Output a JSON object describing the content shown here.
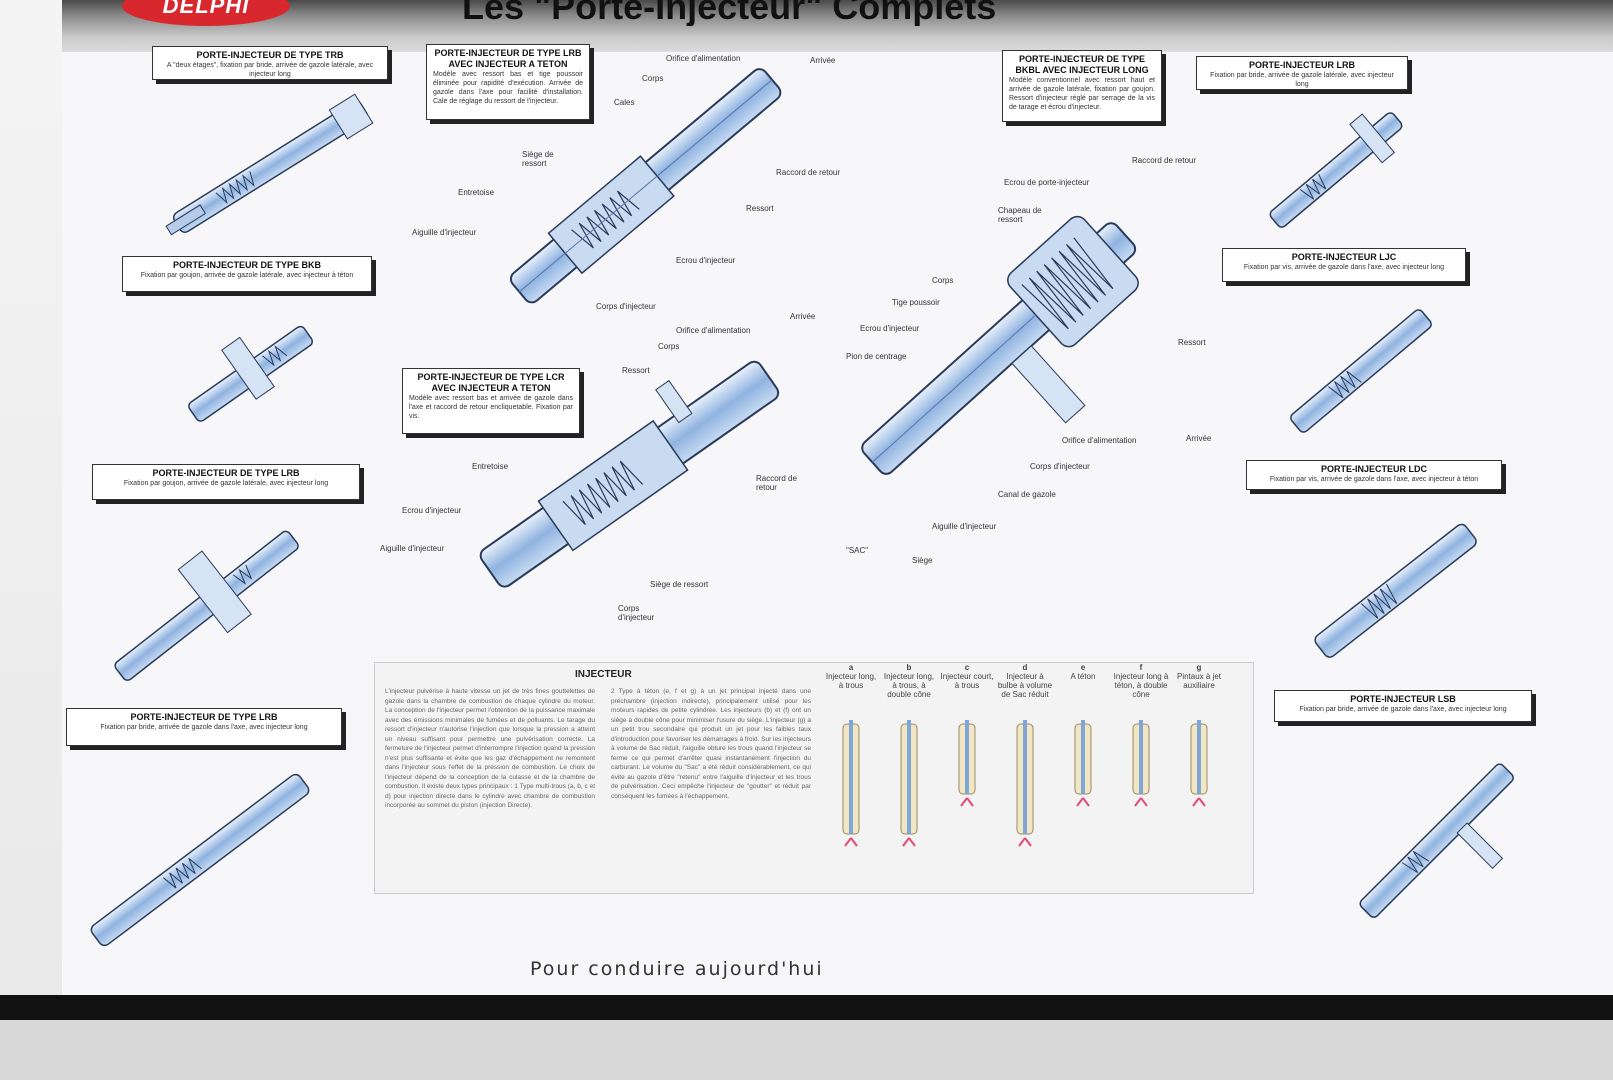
{
  "header": {
    "logo": "DELPHI",
    "title": "Les \"Porte-Injecteur\" Complets"
  },
  "slogan": "Pour conduire aujourd'hui",
  "labels": {
    "trb": {
      "title": "PORTE-INJECTEUR DE TYPE TRB",
      "desc": "A \"deux étages\", fixation par bride, arrivée de gazole latérale, avec injecteur long"
    },
    "bkb": {
      "title": "PORTE-INJECTEUR DE TYPE BKB",
      "desc": "Fixation par goujon, arrivée de gazole latérale, avec injecteur à téton"
    },
    "lrb_left": {
      "title": "PORTE-INJECTEUR DE TYPE LRB",
      "desc": "Fixation par goujon, arrivée de gazole latérale, avec injecteur long"
    },
    "lrb_axe": {
      "title": "PORTE-INJECTEUR DE TYPE LRB",
      "desc": "Fixation par bride, arrivée de gazole dans l'axe, avec injecteur long"
    },
    "lrb_teton": {
      "title": "PORTE-INJECTEUR DE TYPE LRB AVEC INJECTEUR A TETON",
      "desc": "Modèle avec ressort bas et tige poussoir éliminée pour rapidité d'exécution. Arrivée de gazole dans l'axe pour facilité d'installation. Cale de réglage du ressort de l'injecteur."
    },
    "lcr": {
      "title": "PORTE-INJECTEUR DE TYPE LCR AVEC INJECTEUR A TETON",
      "desc": "Modèle avec ressort bas et arrivée de gazole dans l'axe et raccord de retour encliquetable. Fixation par vis."
    },
    "bkbl": {
      "title": "PORTE-INJECTEUR DE TYPE BKBL AVEC INJECTEUR LONG",
      "desc": "Modèle conventionnel avec ressort haut et arrivée de gazole latérale, fixation par goujon. Ressort d'injecteur réglé par serrage de la vis de tarage et écrou d'injecteur."
    },
    "lrb_right": {
      "title": "PORTE-INJECTEUR LRB",
      "desc": "Fixation par bride, arrivée de gazole latérale, avec injecteur long"
    },
    "ljc": {
      "title": "PORTE-INJECTEUR LJC",
      "desc": "Fixation par vis, arrivée de gazole dans l'axe, avec injecteur long"
    },
    "ldc": {
      "title": "PORTE-INJECTEUR LDC",
      "desc": "Fixation par vis, arrivée de gazole dans l'axe, avec injecteur à téton"
    },
    "lsb": {
      "title": "PORTE-INJECTEUR LSB",
      "desc": "Fixation par bride, arrivée de gazole dans l'axe, avec injecteur long"
    }
  },
  "callouts": {
    "orifice1": "Orifice d'alimentation",
    "arrivee1": "Arrivée",
    "corps1": "Corps",
    "cales": "Cales",
    "siege_ressort1": "Siège de ressort",
    "raccord_retour1": "Raccord de retour",
    "entretoise1": "Entretoise",
    "ressort1": "Ressort",
    "aiguille1": "Aiguille d'injecteur",
    "ecrou_inj1": "Ecrou d'injecteur",
    "corps_inj1": "Corps d'injecteur",
    "orifice2": "Orifice d'alimentation",
    "arrivee2": "Arrivée",
    "corps2": "Corps",
    "ressort2": "Ressort",
    "entretoise2": "Entretoise",
    "raccord_retour2": "Raccord de retour",
    "ecrou_inj2": "Ecrou d'injecteur",
    "aiguille2": "Aiguille d'injecteur",
    "siege_ressort2": "Siège de ressort",
    "corps_inj2": "Corps d'injecteur",
    "raccord_retour3": "Raccord de retour",
    "ecrou_porte": "Ecrou de porte-injecteur",
    "chapeau": "Chapeau de ressort",
    "corps3": "Corps",
    "tige": "Tige poussoir",
    "ecrou_inj3": "Ecrou d'injecteur",
    "pion": "Pion de centrage",
    "ressort3": "Ressort",
    "orifice3": "Orifice d'alimentation",
    "arrivee3": "Arrivée",
    "corps_inj3": "Corps d'injecteur",
    "canal": "Canal de gazole",
    "aiguille3": "Aiguille d'injecteur",
    "sac": "\"SAC\"",
    "siege3": "Siège"
  },
  "injecteur": {
    "title": "INJECTEUR",
    "col1": "L'injecteur pulvérise à haute vitesse un jet de très fines gouttelettes de gazole dans la chambre de combustion de chaque cylindre du moteur. La conception de l'injecteur permet l'obtention de la puissance maximale avec des émissions minimales de fumées et de polluants. Le tarage du ressort d'injecteur n'autorise l'injection que lorsque la pression a atteint un niveau suffisant pour permettre une pulvérisation correcte. La fermeture de l'injecteur permet d'interrompre l'injection quand la pression n'est plus suffisante et évite que les gaz d'échappement ne remontent dans l'injecteur sous l'effet de la pression de combustion. Le choix de l'injecteur dépend de la conception de la culasse et de la chambre de combustion. Il existe deux types principaux : 1 Type multi-trous (a, b, c et d) pour injection directe dans le cylindre avec chambre de combustion incorporée au sommet du piston (injection Directe).",
    "col2": "2 Type à téton (e, f et g) à un jet principal injecté dans une préchambre (injection indirecte), principalement utilisé pour les moteurs rapides de petite cylindrée. Les injecteurs (b) et (f) ont un siège à double cône pour minimiser l'usure du siège. L'injecteur (g) a un petit trou secondaire qui produit un jet pour les faibles taux d'introduction pour favoriser les démarrages à froid. Sur les injecteurs à volume de Sac réduit, l'aiguille obture les trous quand l'injecteur se ferme ce qui permet d'arrêter quasi instantanément l'injection du carburant. Le volume du \"Sac\" a été réduit considérablement, ce qui évite au gazole d'être \"retenu\" entre l'aiguille d'injecteur et les trous de pulvérisation. Ceci empêche l'injecteur de \"goutter\" et réduit par conséquent les fumées à l'échappement.",
    "nozzles": [
      {
        "letter": "a",
        "label": "Injecteur long, à trous"
      },
      {
        "letter": "b",
        "label": "Injecteur long, à trous, à double cône"
      },
      {
        "letter": "c",
        "label": "Injecteur court, à trous"
      },
      {
        "letter": "d",
        "label": "Injecteur à bulbe à volume de Sac réduit"
      },
      {
        "letter": "e",
        "label": "A téton"
      },
      {
        "letter": "f",
        "label": "Injecteur long à téton, à double cône"
      },
      {
        "letter": "g",
        "label": "Pintaux à jet auxiliaire"
      }
    ]
  },
  "colors": {
    "brand_red": "#d8282e",
    "injector_blue": "#7fa6d6",
    "nozzle_tan": "#f1e6c4",
    "spray_pink": "#e14a7a"
  }
}
